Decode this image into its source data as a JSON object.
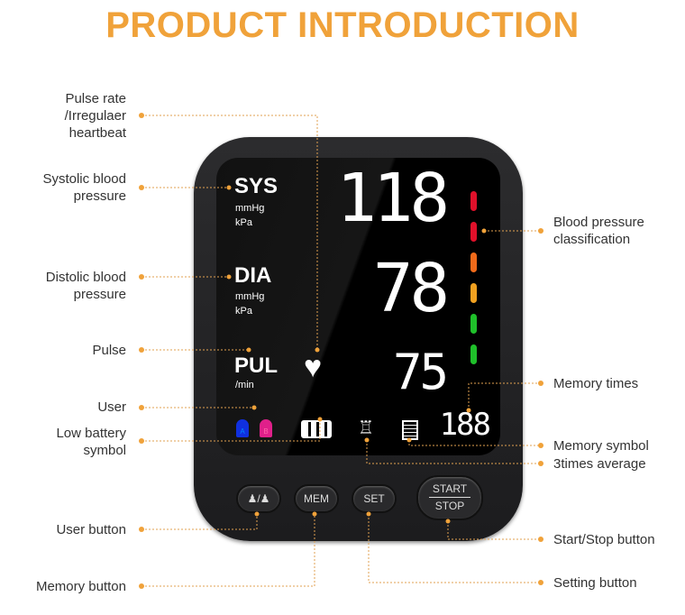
{
  "title": "PRODUCT INTRODUCTION",
  "labels_left": {
    "pulse_rate": "Pulse rate\n/Irregulaer\nheartbeat",
    "systolic": "Systolic blood\npressure",
    "diastolic": "Distolic blood\npressure",
    "pulse": "Pulse",
    "user": "User",
    "low_battery": "Low battery\nsymbol",
    "user_button": "User button",
    "memory_button": "Memory button"
  },
  "labels_right": {
    "classification": "Blood pressure\nclassification",
    "memory_times": "Memory times",
    "memory_symbol": "Memory symbol",
    "average": "3times average",
    "start_stop": "Start/Stop  button",
    "setting": "Setting button"
  },
  "screen": {
    "sys": "SYS",
    "sys_unit1": "mmHg",
    "sys_unit2": "kPa",
    "sys_value": "118",
    "dia": "DIA",
    "dia_unit1": "mmHg",
    "dia_unit2": "kPa",
    "dia_value": "78",
    "pul": "PUL",
    "pul_unit": "/min",
    "pul_value": "75",
    "memory_count": "188",
    "user_a": "A",
    "user_b": "B"
  },
  "classification_colors": [
    "#e0102a",
    "#e0102a",
    "#f06a1a",
    "#f0a020",
    "#1fc02a",
    "#1fc02a"
  ],
  "buttons": {
    "user": "♟/♟",
    "mem": "MEM",
    "set": "SET",
    "start": "START",
    "stop": "STOP"
  },
  "accent": "#f0a23a"
}
